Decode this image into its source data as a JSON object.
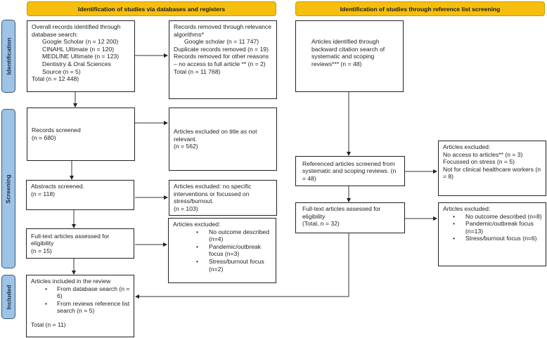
{
  "headers": {
    "databases": "Identification of studies via databases and registers",
    "references": "Identification of studies through reference list screening"
  },
  "stages": {
    "identification": "Identification",
    "screening": "Screening",
    "included": "Included"
  },
  "db": {
    "identified": {
      "title": "Overall records identified through database search:",
      "sources": [
        "Google Scholar (n = 12 200)",
        "CINAHL Ultimate (n = 120)",
        "MEDLINE Ultimate (n = 123)",
        "Dentistry & Oral Sciences Source (n = 5)"
      ],
      "total": "Total (n = 12 448)"
    },
    "removed": {
      "line1": "Records removed through relevance algorithms*",
      "line2": "Google scholar (n = 11 747)",
      "line3": "Duplicate records removed (n = 19)",
      "line4": "Records removed for other reasons – no access to full article ** (n = 2)",
      "total": "Total (n = 11 768)"
    },
    "screened": {
      "title": "Records screened",
      "n": "(n = 680)"
    },
    "excluded_title": {
      "title": "Articles excluded on title as not relevant.",
      "n": "(n = 562)"
    },
    "abstracts": {
      "title": "Abstracts screened.",
      "n": "(n = 118)"
    },
    "excluded_abstracts": {
      "title": "Articles excluded: no specific interventions or focussed on stress/burnout.",
      "n": "(n = 103)"
    },
    "fulltext": {
      "title": "Full-text articles assessed for eligibility",
      "n": "(n = 15)"
    },
    "excluded_fulltext": {
      "title": "Articles excluded:",
      "items": [
        "No outcome described (n=4)",
        "Pandemic/outbreak focus (n=3)",
        "Stress/burnout focus (n=2)"
      ]
    },
    "included": {
      "title": "Articles included in the review",
      "items": [
        "From database search (n = 6)",
        "From reviews reference list search (n = 5)"
      ],
      "total": "Total (n = 11)"
    }
  },
  "ref": {
    "identified": "Articles identified through backward citation search of systematic and scoping reviews*** (n = 48)",
    "screened": "Referenced articles screened from systematic and scoping reviews.  (n = 48)",
    "excluded_screen": {
      "title": "Articles excluded:",
      "lines": [
        "No access to articles** (n = 3)",
        "Focussed on stress (n = 5)",
        "Not for clinical healthcare workers (n = 8)"
      ]
    },
    "fulltext": {
      "title": "Full-text articles assessed for eligibility",
      "n": "(Total, n = 32)"
    },
    "excluded_fulltext": {
      "title": "Articles excluded:",
      "items": [
        "No outcome described (n=8)",
        "Pandemic/outbreak focus (n=13)",
        "Stress/burnout focus (n=6)"
      ]
    }
  },
  "colors": {
    "header": "#f6bf10",
    "stage": "#9dc3e6"
  }
}
